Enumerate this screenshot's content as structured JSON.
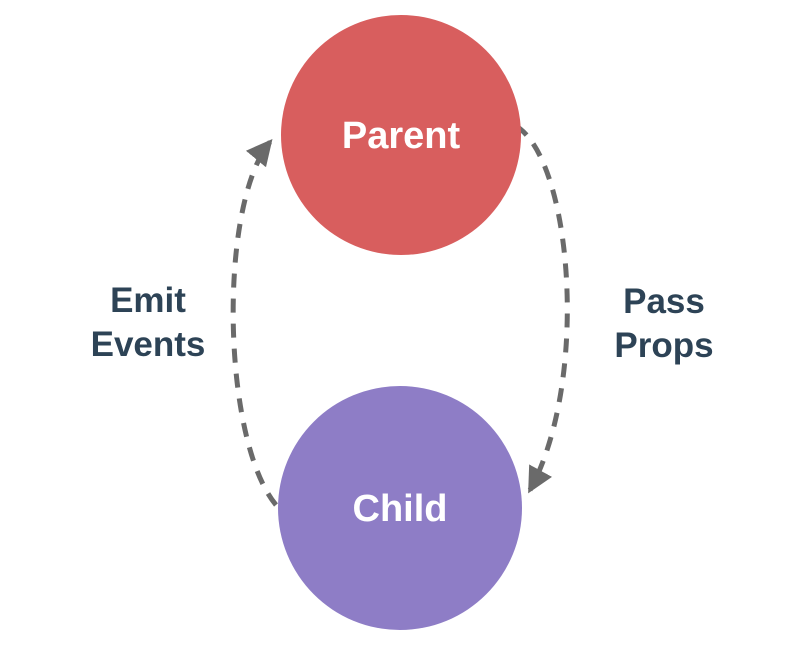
{
  "diagram": {
    "nodes": {
      "parent": {
        "label": "Parent",
        "color": "#d85e5e"
      },
      "child": {
        "label": "Child",
        "color": "#8e7dc6"
      }
    },
    "edges": {
      "emit_events": {
        "label_line1": "Emit",
        "label_line2": "Events",
        "from": "Child",
        "to": "Parent"
      },
      "pass_props": {
        "label_line1": "Pass",
        "label_line2": "Props",
        "from": "Parent",
        "to": "Child"
      }
    },
    "colors": {
      "background": "#ffffff",
      "label_text": "#2d4356",
      "arrow": "#6a6a6a",
      "node_text": "#ffffff"
    }
  }
}
